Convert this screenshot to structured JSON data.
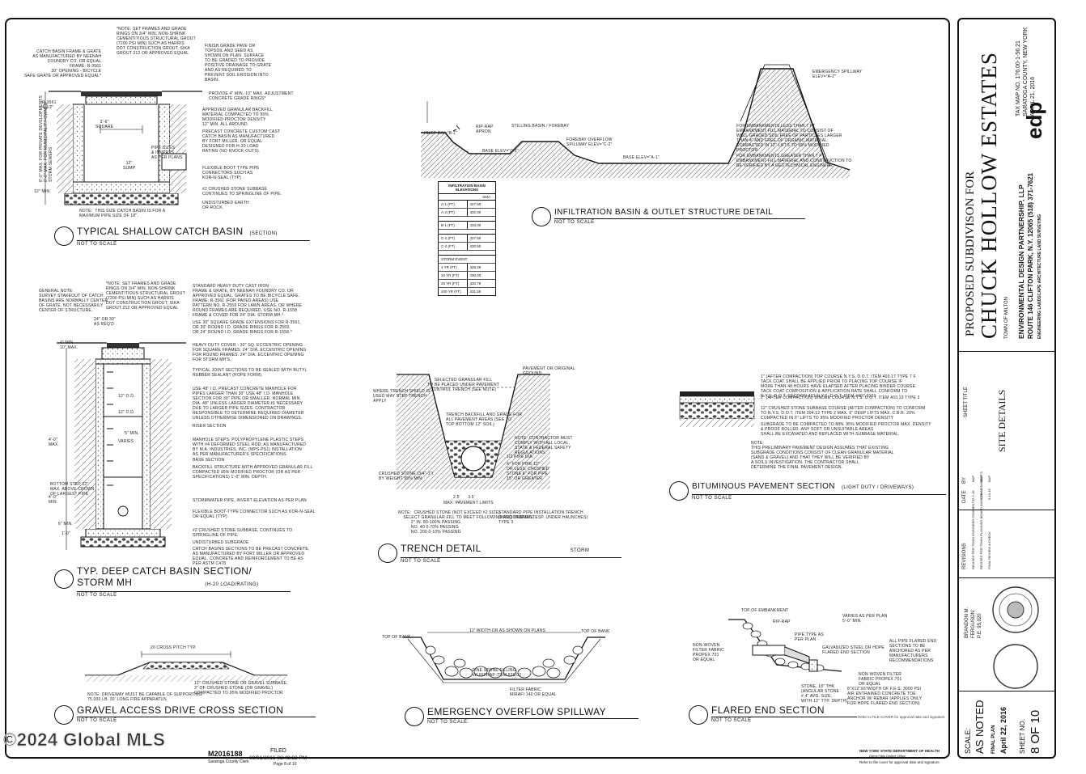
{
  "sheet": {
    "titles": {
      "catch_basin": "TYPICAL SHALLOW CATCH BASIN",
      "catch_basin_tag": "(SECTION)",
      "infiltration": "INFILTRATION BASIN & OUTLET STRUCTURE DETAIL",
      "deep_basin": "TYP. DEEP CATCH BASIN SECTION/",
      "deep_basin_2": "STORM MH",
      "deep_basin_tag": "(H-20 LOAD/RATING)",
      "trench": "TRENCH DETAIL",
      "trench_tag": "STORM",
      "pavement": "BITUMINOUS PAVEMENT SECTION",
      "pavement_tag": "(LIGHT DUTY / DRIVEWAYS)",
      "gravel": "GRAVEL ACCESS DRIVE CROSS SECTION",
      "spillway": "EMERGENCY OVERFLOW SPILLWAY",
      "flared": "FLARED END SECTION"
    },
    "scale_label": "NOT TO SCALE",
    "notes": {
      "cb_frame": "CATCH BASIN FRAME & GRATE\nAS MANUFACTURED BY NEENAH\nFOUNDRY CO. OR EQUAL\nFRAME: R-3561\n30\" OPENING - BICYCLE\nSAFE GRATE OR APPROVED EQUAL*",
      "cb_note_top": "*NOTE: SET FRAMES AND GRADE\nRINGS ON 3/4\" MIN. NON-SHRINK\nCEMENTITIOUS STRUCTURAL GROUT\n(7200 PSI MIN) SUCH AS HARRIS\nDOT CONSTRUCTION GROUT, SIKA\nGROUT 212 OR APPROVED EQUAL",
      "cb_finish": "FINISH GRADE PAVE OR\nTOPSOIL AND SEED AS\nSHOWN ON PLAN. SURFACE\nTO BE GRADED TO PROVIDE\nPOSITIVE DRAINAGE TO GRATE\nAND AS REQUIRED TO\nPREVENT SOIL EROSION INTO\nBASIN.",
      "cb_rings": "PROVIDE 4\" MIN.-10\" MAX. ADJUSTMENT\nCONCRETE GRADE RINGS*",
      "cb_backfill": "APPROVED GRANULAR BACKFILL\nMATERIAL COMPACTED TO 95%\nMODIFIED PROCTOR DENSITY\n12\" MIN. ALL AROUND.",
      "cb_precast": "PRECAST CONCRETE CUSTOM CAST\nCATCH BASIN AS MANUFACTURED\nBY FORT MILLER, OR EQUAL\nDESIGNED FOR H-20 LOAD\nRATING (NO KNOCK-OUTS).",
      "cb_boot": "FLEXIBLE BOOT TYPE PIPE\nCONNECTORS SUCH AS\nKOR-N-SEAL (TYP)",
      "cb_stone": "#2 CRUSHED STONE SUBBASE\nCONTINUES TO SPRINGLINE OF PIPE.",
      "cb_earth": "UNDISTURBED EARTH\nOR ROCK.",
      "cb_size_note": "NOTE:  THIS SIZE CATCH BASIN IS FOR A\nMAXIMUM PIPE SIZE OF 18\".",
      "deep_general": "GENERAL NOTE:\nSURVEY STAKEOUT OF CATCH\nBASINS ARE NORMALLY CENTER\nOF GRATE, NOT NECESSARILY\nCENTER OF STRUCTURE.",
      "deep_note_top": "*NOTE: SET FRAMES AND GRADE\nRINGS ON 3/4\" MIN. NON-SHRINK\nCEMENTITIOUS STRUCTURAL GROUT\n(7200 PSI MIN) SUCH AS HARRIS\nDOT CONSTRUCTION GROUT, SIKA\nGROUT 212 OR APPROVED EQUAL",
      "deep_std": "STANDARD HEAVY DUTY CAST IRON\nFRAME & GRATE, BY NEENAH FOUNDRY CO. OR\nAPPROVED EQUAL. GRATES TO BE BICYCLE SAFE.\nFRAME: R-3561 (FOR PAVED AREAS) USE\nPATTERN NO. R-2559 FOR LAWN AREAS, OR WHERE\nROUND FRAMES ARE REQUIRED, USE NO. R-1558\nFRAME & COVER FOR 24\" DIA. STORM MH.*",
      "deep_square": "USE 30\" SQUARE GRADE EXTENSIONS FOR R-3561,\nOR 30\" ROUND I.D. GRADE RINGS FOR R-2559,\nOR 24\" ROUND I.D. GRADE RINGS FOR R-1558.*",
      "deep_cover": "HEAVY DUTY COVER - 30\" SQ. ECCENTRIC OPENING\nFOR SQUARE FRAMES. 24\" DIA. ECCENTRIC OPENING\nFOR ROUND FRAMES. 24\" DIA. ECCENTRIC OPENING\nFOR STORM MH'S.",
      "deep_joint": "TYPICAL JOINT SECTIONS TO BE SEALED WITH BUTYL\nRUBBER SEALANT (ROPE FORM).",
      "deep_precast": "USE 48\" I.D. PRECAST CONCRETE MANHOLE FOR\nPIPES LARGER THAN 30\" USE 48\" I.D. MANHOLE\nSECTION FOR 30\" PIPE OR SMALLER. NORMAL MIN.\nDIA. 48\" UNLESS LARGER DIAMETER IS NECESSARY\nDUE TO LARGER PIPE SIZES. CONTRACTOR\nRESPONSIBLE TO DETERMINE REQUIRED DIAMETER\nUNLESS OTHERWISE DIMENSIONED ON DRAWINGS.",
      "deep_riser": "RISER SECTION",
      "deep_steps": "MANHOLE STEPS: POLYPROPYLENE PLASTIC STEPS\nWITH #4 DEFORMED STEEL ROD, AS MANUFACTURED\nBY M.A. INDUSTRIES, INC. (MPS-PS1) INSTALLATION\nAS PER MANUFACTURER'S SPECIFICATIONS.",
      "deep_base": "BASE SECTION",
      "deep_backfill": "BACKFILL STRUCTURE WITH APPROVED GRANULAR FILL\nCOMPACTED 95% MODIFIED PROCTOR (OR AS PER\nSPECIFICATIONS) 1'-0\" MIN. DEPTH.",
      "deep_invert": "STORMWATER PIPE, INVERT ELEVATION AS PER PLAN",
      "deep_boot": "FLEXIBLE BOOT-TYPE CONNECTOR SUCH AS KOR-N-SEAL\nOR EQUAL (TYP)",
      "deep_stone": "#2 CRUSHED STONE SUBBASE, CONTINUES TO\nSPRINGLINE OF PIPE.",
      "deep_undist": "UNDISTURBED SUBGRADE",
      "deep_sections": "CATCH BASINS SECTIONS TO BE PRECAST CONCRETE,\nAS MANUFACTURED BY FORT MILLER OR APPROVED\nEQUAL. CONCRETE AND REINFORCEMENT TO BE AS\nPER ASTM C478.",
      "inf_riprap": "RIP-RAP\nAPRON",
      "inf_inlet": "INLET INV=\"B-1\"",
      "inf_stilling": "STILLING BASIN / FOREBAY",
      "inf_base_c": "BASE ELEV=\"C-1\"",
      "inf_forebay": "FOREBAY OVERFLOW\nSPILLWAY ELEV=\"C-2\"",
      "inf_base_a": "BASE ELEV=\"A-1\"",
      "inf_emerg": "EMERGENCY SPILLWAY\nELEV=\"A-2\"",
      "inf_embank": "FOR EMBANKMENTS LESS THAN 7 FT.\nEMBANKMENT FILL MATERIAL TO CONSIST OF\nWELL GRADED SOIL FREE OF PARTICLES LARGER\nTHAN 4\" AND FREE OF ORGANIC MATERIAL.\nCOMPACTED IN 12\" LIFTS TO 95% MODIFIED\nPROCTOR.",
      "inf_embank2": "FOR EMBANKMENTS GREATER THAN 7 FT.\nEMBANKMENT FILL MATERIAL AND CONSTRUCTION TO\nBE VERIFIED BY A GEOTECHNICAL ENGINEER.",
      "tr_fill": "SELECTED GRANULAR FILL\nTO BE PLACED UNDER PAVEMENT\nCONTROL TRENCH (SEE NOTE)",
      "tr_pavement": "PAVEMENT OR ORIGINAL\nGROUND",
      "tr_sheeting": "WHERE TRENCH SHIELD IS\nUSED MAY STEP TRENCH\nAPPLY",
      "tr_backfill": "TRENCH BACKFILL AND GRADE FOR\nALL PAVEMENT AREAS (SEE TO\nTOP BOTTOM 12\" SOIL)",
      "tr_note": "NOTE: CONTRACTOR MUST\nCOMPLY WITH ALL LOCAL,\nSTATE & FEDERAL SAFETY\nREGULATIONS.",
      "tr_pipe": "1/2 PIPE DIA.",
      "tr_stone": "CRUSHED STONE (3/4\"-1\")\nBY WEIGHT 95% MIN.",
      "tr_bedding": "4\" FOR PIPE 12\"\nOR LESS, CRUSHED\nSTONE 6\" FOR PIPE\n15\" OR GREATER",
      "tr_width": "MAX. PAVEMENT LIMITS",
      "tr_std": "STANDARD PIPE INSTALLATION TRENCH\n(HAND TAMPING, ESP. UNDER HAUNCHES)\nTYPE 3",
      "tr_notes": "NOTE:  CRUSHED STONE (NOT EXCEED #2 SIZE)\n    SELECT GRANULAR FILL TO MEET FOLLOWING REQUIREMENT:\n          2\" IN. 80-100% PASSING\n          NO. 40 0-70% PASSING\n          NO. 200 0-10% PASSING",
      "pv_top": "1\" (AFTER COMPACTION) TOP COURSE N.Y.S. D.O.T. ITEM 403.17 TYPE 7 F\nTACK COAT SHALL BE APPLIED PRIOR TO PLACING TOP COURSE IF\nMORE THAN 48 HOURS HAVE ELAPSED AFTER PLACING BINDER COURSE.\nTACK COAT COMPOSITION & APPLICATION RATE SHALL CONFORM TO\nN.Y.S. D.O.T. SECTION 407 N.Y.S. D.O.T. ITEM #407.0101",
      "pv_binder": "2\" (AFTER COMPACTION) BINDER COURSE N.Y.S. D.O.T. ITEM 403.13 TYPE 3",
      "pv_sub": "12\" CRUSHED STONE SUBBASE COURSE (AFTER COMPACTION) TO CONFORM\nTO N.Y.S. D.O.T. ITEM 304.12 TYPE 2 MAX. 6\" DEEP LIFTS MAX. C.B.R. 20%\nCOMPACTED IN 6\" LIFTS TO 95% MODIFIED PROCTOR DENSITY",
      "pv_grade": "SUBGRADE TO BE COMPACTED TO MIN. 95% MODIFIED PROCTOR MAX. DENSITY\n& PROOF ROLLED. ANY SOFT OR UNSUITABLE AREAS\nSHALL BE EXCAVATED AND REPLACED WITH SUBBASE MATERIAL.",
      "pv_note": "NOTE:\nTHIS PRELIMINARY PAVEMENT DESIGN ASSUMES THAT EXISTING\nSUBGRADE CONDITIONS CONSIST OF CLEAN GRANULAR MATERIAL\n(SAND & GRAVEL) AND THAT THEY WILL BE VERIFIED BY\nA SOILS INVESTIGATION. THE CONTRACTOR SHALL\nDETERMINE THE FINAL PAVEMENT DESIGN.",
      "gr_top": "20 CROSS PITCH TYP.",
      "gr_note": "NOTE: DRIVEWAY MUST BE CAPABLE OF SUPPORTING\n75,000 LB. 30' LONG FIRE APPARATUS",
      "gr_sub": "12\" CRUSHED STONE OR GRAVEL SUBBASE,\n3\" OF CRUSHED STONE (OR GRAVEL)\nCOMPACTED TO 95% MODIFIED PROCTOR",
      "sp_top": "12' WIDTH OR AS SHOWN ON PLANS",
      "sp_bank": "TOP OF BANK",
      "sp_fill": "FINE STONE FILLING\nW/ RIPRAP ITEM 620.02",
      "sp_fabric": "FILTER FABRIC\nMIRAFI 140 OR EQUAL",
      "fe_top": "TOP OF EMBANKMENT",
      "fe_rip": "RIP-RAP",
      "fe_varies": "VARIES AS PER PLAN\n5'-0\" MIN.",
      "fe_pipe": "PIPE TYPE AS\nPER PLAN",
      "fe_galv": "GALVANIZED STEEL OR HDPE\nFLARED END SECTION",
      "fe_fabric": "NON-WOVEN\nFILTER FABRIC\nPROPEX 701\nOR EQUAL",
      "fe_all": "ALL PIPE FLARED END\nSECTIONS TO BE\nANCHORED AS PER\nMANUFACTURERS\nRECOMMENDATIONS",
      "fe_stone": "STONE, 18\" THK\n(ANGULAR STONE\n# 4\" AVG. SIZE,\nWITH 12\" TYP. DEPTH)",
      "fe_fab2": "NON-WOVEN FILTER\nFABRIC PROPEX 701\nOR EQUAL",
      "fe_anchor": "8\"X12\"X6\"WIDTH OF F.E.S. 3000 PSI\nAIR ENTRAINED CONCRETE TOE\nANCHOR W/ REBAR (APPLIES ONLY\nFOR HDPE FLARED END SECTION)"
    },
    "dims": {
      "cb_min": "12\" MIN.",
      "cb_square": "3'-6\"\nSQUARE",
      "cb_sump": "12\"\nSUMP",
      "cb_r": "R-3561\n4-1/2\"",
      "cb_pipe": "PIPE SIZES\n& INVERTS\nAS PER PLANS",
      "cb_side": "8'-0\" MAX. FOR PRIVATE DEVELOPMENTS\n6'-0\" MAX. FOR MUNICIPALITY-OWNED\nSTORM SEWERS",
      "deep_top": "24\" OR 30\"\nAS REQ'D",
      "deep_min": "4\" MIN.\n10\" MAX.",
      "deep_od": "12\" O.D.",
      "deep_od2": "12\" O.D.",
      "deep_min5": "5\" MIN.",
      "deep_varies": "VARIES",
      "deep_h1": "4'-0\"\nMAX.",
      "deep_h2": "4'-0\"\nMIN.",
      "deep_bottom": "BOTTOM STEP 12\"\nMAX. ABOVE CROWN\nOF LARGEST PIPE",
      "deep_6": "6\" MIN.",
      "deep_1": "1'-0\"",
      "tr_w": "2.5'      3.5'"
    },
    "table": {
      "heading": "INFILTRATION BASIN\nELEVATIONS",
      "sub": "SMA",
      "rows_a": [
        [
          "A-1 (FT)",
          "427.50"
        ],
        [
          "A-2 (FT)",
          "432.00"
        ]
      ],
      "rows_b": [
        [
          "B-1 (FT)",
          "433.00"
        ]
      ],
      "rows_c": [
        [
          "C-1 (FT)",
          "427.50"
        ],
        [
          "C-2 (FT)",
          "430.50"
        ]
      ],
      "storm_label": "STORM EVENT",
      "rows_s": [
        [
          "1 YR (FT)",
          "428.28"
        ],
        [
          "10 YR (FT)",
          "430.00"
        ],
        [
          "25 YR (FT)",
          "430.78"
        ],
        [
          "100 YR (FT)",
          "431.55"
        ]
      ]
    },
    "stamps": {
      "m_number": "M2016188",
      "m_sub": "Saratoga County Clerk",
      "filed": "FILED",
      "filed_date": "09/01/2016 03:49:33 PM",
      "page": "Page 8 of 10",
      "health": "NEW YORK STATE DEPARTMENT OF HEALTH",
      "health2": "Glens Falls District Office",
      "health3": "Refer to file cover for approval date and signature",
      "approval": "Refer to FILE COVER for approval date and signature"
    },
    "watermark": "©2024 Global MLS"
  },
  "titleblock": {
    "project_pre": "PROPOSED SUBDIVISON FOR",
    "project": "CHUCK HOLLOW ESTATES",
    "town": "TOWN OF MILTON",
    "tax": "TAX MAP NO. 176.00-1-56.21",
    "county": "SARATOGA COUNTY, NEW YORK",
    "date": "APRIL 21, 2016",
    "firm": "ENVIRONMENTAL DESIGN PARTNERSHIP, LLP",
    "firm_addr": "ROUTE 146 CLIFTON PARK, N.Y. 12065 (518) 371-7621",
    "disciplines": "ENGINEERING          LANDSCAPE ARCHITECTURE          LAND SURVEYING",
    "logo": "edp",
    "sheet_title_label": "SHEET TITLE",
    "sheet_title": "SITE DETAILS",
    "revisions_label": "REVISIONS",
    "date_label": "DATE",
    "by_label": "BY",
    "revisions": [
      [
        "REVISED PER TOWN ENGINEER COMMENTS",
        "7-7-16",
        "BAP"
      ],
      [
        "REVISED PER TOWN PLANNING BOARD AND DOH COMMENTS",
        "8-26-16",
        "BAP"
      ],
      [
        "FINAL REVIEW & CHECK",
        "9-10-16",
        "BAP"
      ]
    ],
    "engineer": "BRANDON M.\nFERGUSON\nP.E. 95,020",
    "scale_label": "SCALE:",
    "scale": "AS NOTED",
    "final_plan": "FINAL PLAN",
    "final_date": "April 22, 2016",
    "sheet_no_label": "SHEET NO.",
    "sheet_no": "8 OF 10"
  }
}
